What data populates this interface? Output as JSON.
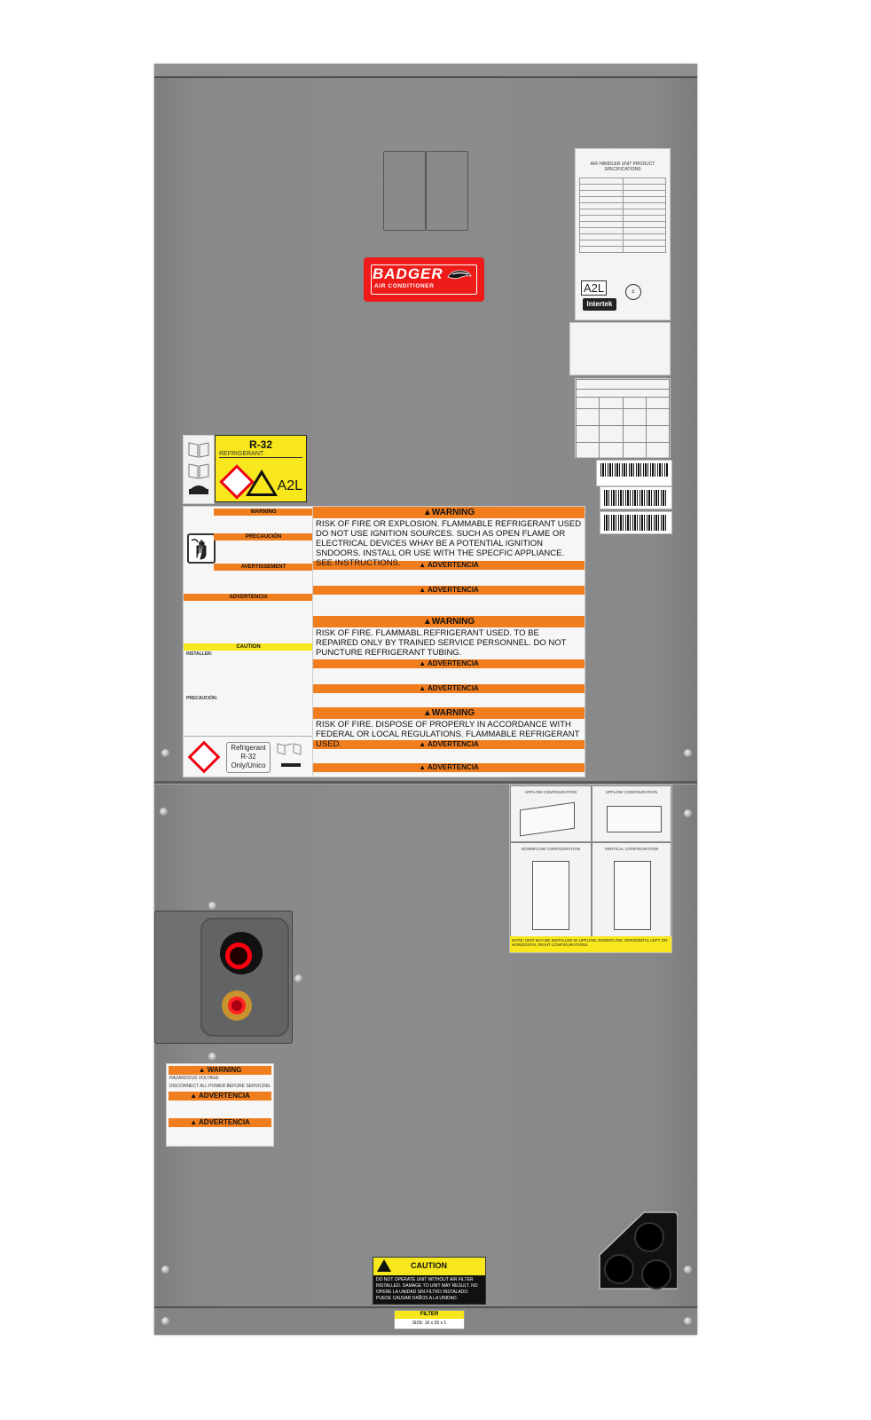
{
  "image": {
    "subject": "Badger air handler unit, front view",
    "background_color": "#ffffff",
    "cabinet_color": "#8b8c8e"
  },
  "brand_badge": {
    "name": "BADGER",
    "tagline": "AIR CONDITIONER",
    "color": "#ee1b1b"
  },
  "spec_label": {
    "title": "AIR HANDLER UNIT PRODUCT SPECIFICATIONS",
    "rating": "A2L",
    "cert": "Intertek"
  },
  "refrigerant_label": {
    "title": "R-32",
    "subtitle": "REFRIGERANT",
    "class": "A2L"
  },
  "main_warning": {
    "blocks": [
      {
        "type": "header",
        "text": "WARNING"
      },
      {
        "type": "body",
        "text": "RISK OF FIRE OR EXPLOSION. FLAMMABLE REFRIGERANT USED DO NOT USE IGNITION SOURCES. SUCH AS OPEN FLAME OR ELECTRICAL DEVICES WHAY BE A POTENTIAL IGNITION SNDOORS. INSTALL OR USE WITH THE SPECFIC APPLIANCE. SEE INSTRUCTIONS."
      },
      {
        "type": "subheader",
        "text": "ADVERTENCIA"
      },
      {
        "type": "subheader",
        "text": "ADVERTENCIA"
      },
      {
        "type": "header",
        "text": "WARNING"
      },
      {
        "type": "body",
        "text": "RISK OF FIRE. FLAMMABL.REFRIGERANT USED. TO BE REPAIRED ONLY BY TRAINED SERVICE PERSONNEL. DO NOT PUNCTURE REFRIGERANT TUBING."
      },
      {
        "type": "subheader",
        "text": "ADVERTENCIA"
      },
      {
        "type": "subheader",
        "text": "ADVERTENCIA"
      },
      {
        "type": "header",
        "text": "WARNING"
      },
      {
        "type": "body",
        "text": "RISK OF FIRE. DISPOSE OF PROPERLY IN ACCORDANCE WITH FEDERAL OR LOCAL REGULATIONS. FLAMMABLE REFRIGERANT USED."
      },
      {
        "type": "subheader",
        "text": "ADVERTENCIA"
      },
      {
        "type": "subheader",
        "text": "ADVERTENCIA"
      }
    ]
  },
  "left_warning": {
    "h1": "WARNING",
    "h2": "PRECAUCIÓN",
    "h3": "AVERTISSEMENT",
    "h4": "ADVERTENCIA",
    "caution": "CAUTION",
    "installer": "INSTALLER:",
    "precaucion": "PRECAUCIÓN:",
    "refrigerant_box": "Refrigerant R-32 Only/Unico"
  },
  "airflow_label": {
    "q1": "UPFLOW CONFIGURATION",
    "q2": "UPFLOW CONFIGURATION",
    "q3": "DOWNFLOW CONFIGURATION",
    "q4": "VERTICAL CONFIGURATION",
    "note": "NOTE: UNIT MAY BE INSTALLED IN UPFLOW, DOWNFLOW, HORIZONTAL LEFT OR HORIZONTAL RIGHT CONFIGURATIONS."
  },
  "voltage_label": {
    "h1": "WARNING",
    "l1": "HAZARDOUS VOLTAGE",
    "l2": "DISCONNECT ALL POWER BEFORE SERVICING",
    "h2": "ADVERTENCIA",
    "h3": "ADVERTENCIA"
  },
  "caution_label": {
    "title": "CAUTION",
    "text": "DO NOT OPERATE UNIT WITHOUT AIR FILTER INSTALLED. DAMAGE TO UNIT MAY RESULT. NO OPERE LA UNIDAD SIN FILTRO INSTALADO. PUEDE CAUSAR DAÑOS A LA UNIDAD."
  },
  "filter_label": {
    "title": "FILTER",
    "size": "SIZE: 16 x 20 x 1"
  }
}
